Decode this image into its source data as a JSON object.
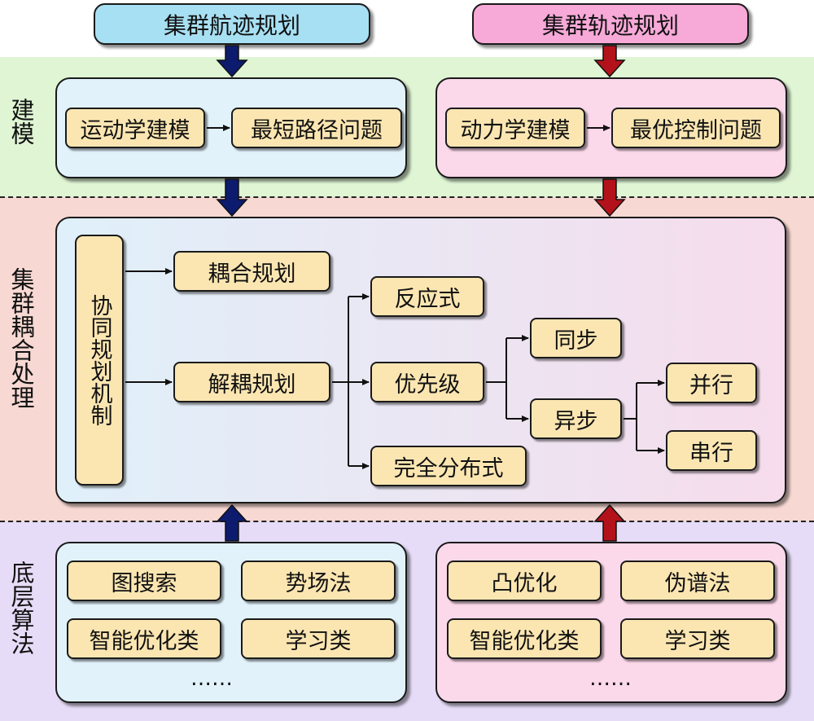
{
  "headers": {
    "left": "集群航迹规划",
    "right": "集群轨迹规划"
  },
  "rows": {
    "modeling": "建模",
    "coupling": "集群耦合处理",
    "algorithms": "底层算法"
  },
  "modeling": {
    "left": [
      "运动学建模",
      "最短路径问题"
    ],
    "right": [
      "动力学建模",
      "最优控制问题"
    ]
  },
  "coupling": {
    "mechanism": "协同规划机制",
    "coupled": "耦合规划",
    "decoupled": "解耦规划",
    "reactive": "反应式",
    "priority": "优先级",
    "distributed": "完全分布式",
    "sync": "同步",
    "async": "异步",
    "parallel": "并行",
    "serial": "串行"
  },
  "algorithms": {
    "left": [
      "图搜索",
      "势场法",
      "智能优化类",
      "学习类"
    ],
    "right": [
      "凸优化",
      "伪谱法",
      "智能优化类",
      "学习类"
    ],
    "more": "……"
  },
  "colors": {
    "blue_arrow": "#0d1b6e",
    "red_arrow": "#b3121a",
    "node_fill": "#fbe6b2"
  }
}
